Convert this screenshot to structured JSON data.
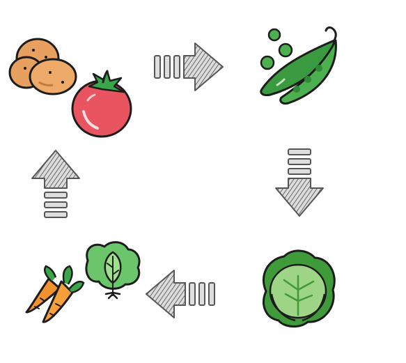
{
  "diagram": {
    "type": "cycle",
    "nodes": [
      {
        "id": "potato-tomato",
        "icons": [
          "potato-icon",
          "tomato-icon"
        ]
      },
      {
        "id": "peas",
        "icons": [
          "pea-pod-icon"
        ]
      },
      {
        "id": "cabbage",
        "icons": [
          "cabbage-icon"
        ]
      },
      {
        "id": "carrot-spinach",
        "icons": [
          "carrot-icon",
          "spinach-icon"
        ]
      }
    ],
    "edges": [
      {
        "from": "potato-tomato",
        "to": "peas",
        "direction": "right"
      },
      {
        "from": "peas",
        "to": "cabbage",
        "direction": "down"
      },
      {
        "from": "cabbage",
        "to": "carrot-spinach",
        "direction": "left"
      },
      {
        "from": "carrot-spinach",
        "to": "potato-tomato",
        "direction": "up"
      }
    ]
  },
  "colors": {
    "outline": "#1c1c1c",
    "potato": "#e8a060",
    "tomato": "#e85560",
    "leaf_green": "#3aa64a",
    "pea_green": "#4cb050",
    "cabbage_light": "#9ed486",
    "carrot": "#f2912f",
    "spinach": "#6bc56a",
    "arrow_fill": "#d6d6d6",
    "arrow_hatch": "#555555"
  }
}
